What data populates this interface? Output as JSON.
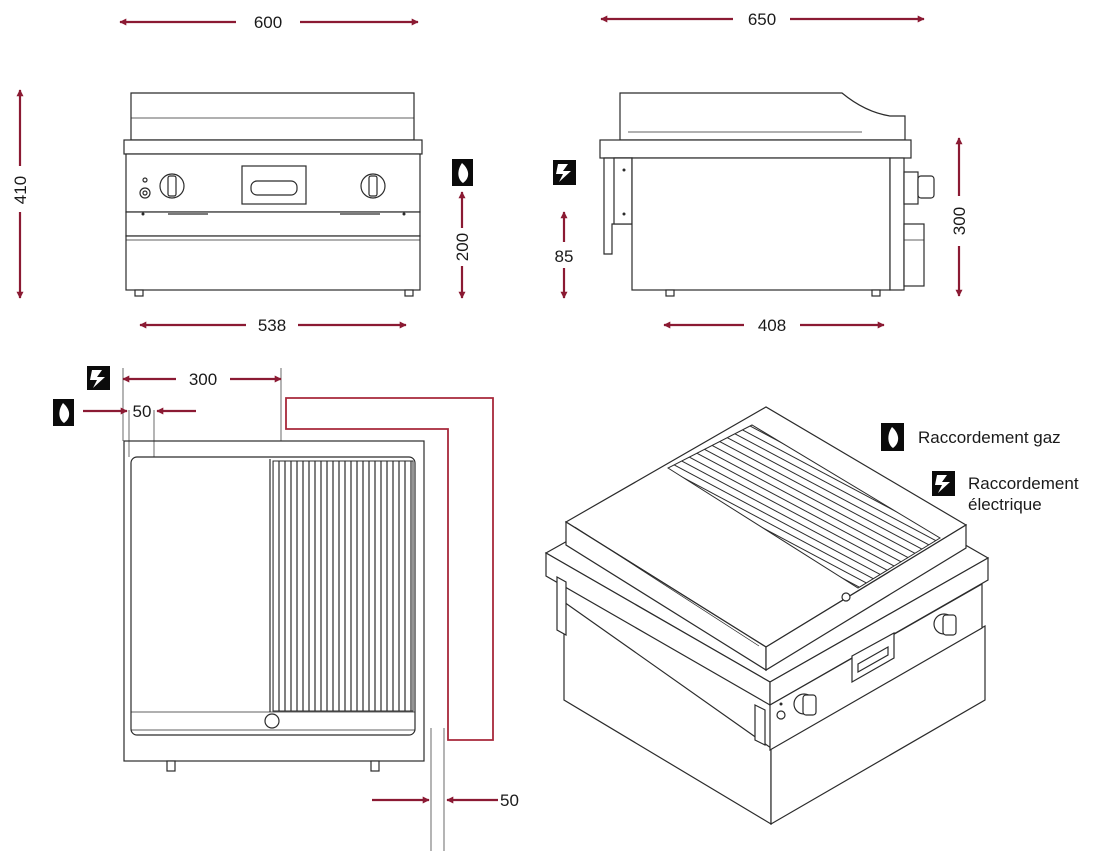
{
  "diagram": {
    "dimensions": {
      "front_width": "600",
      "side_depth": "650",
      "front_height": "410",
      "gas_height": "200",
      "elec_height": "85",
      "side_height": "300",
      "front_base_width": "538",
      "side_base_width": "408",
      "top_elec_offset": "300",
      "top_gas_offset": "50",
      "bottom_clearance": "50"
    },
    "legend": {
      "gas_label": "Raccordement gaz",
      "elec_label_line1": "Raccordement",
      "elec_label_line2": "électrique"
    },
    "colors": {
      "dimension_arrow": "#8b1a33",
      "clearance_line": "#a8283a",
      "outline": "#2b2b2b"
    },
    "icons": [
      "gas-flame-icon",
      "electric-bolt-icon"
    ]
  }
}
